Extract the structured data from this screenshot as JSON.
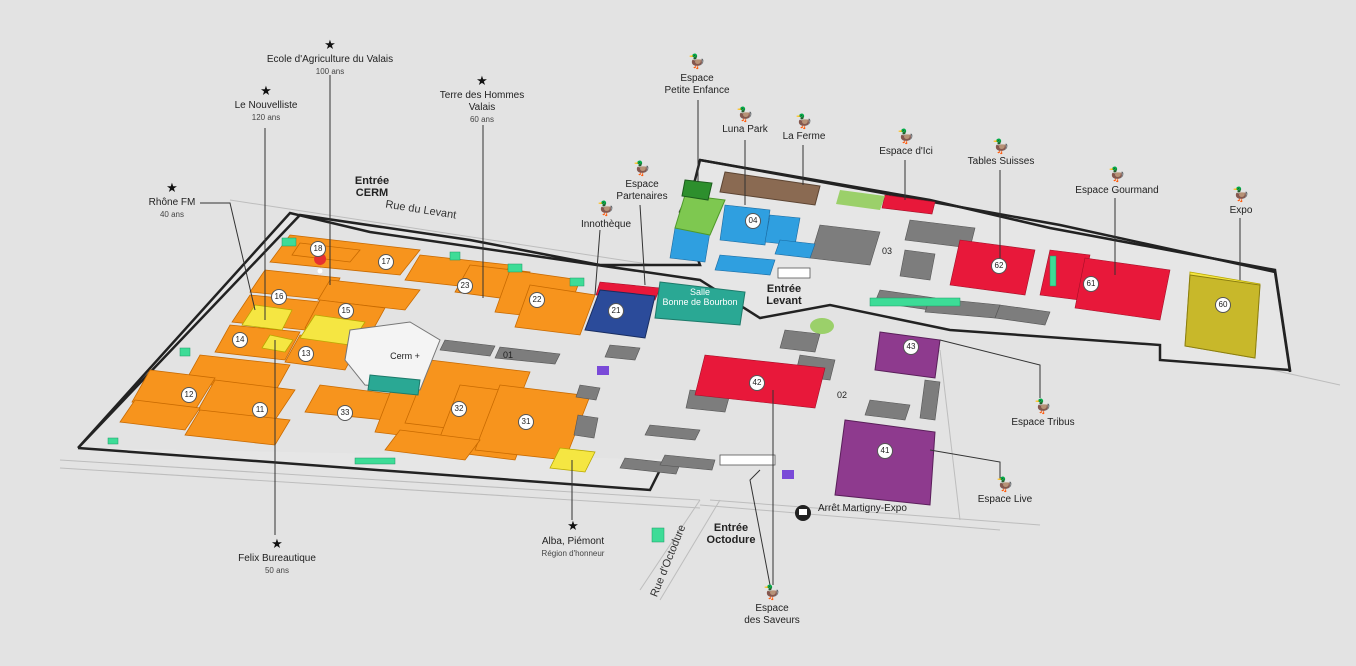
{
  "streets": {
    "levant": "Rue du Levant",
    "octodure": "Rue d'Octodure"
  },
  "entrances": {
    "cerm": "Entrée\nCERM",
    "levant": "Entrée\nLevant",
    "octodure": "Entrée\nOctodure"
  },
  "stops": {
    "martigny_expo": "Arrêt Martigny-Expo"
  },
  "stars": [
    {
      "id": "agri",
      "name": "Ecole d'Agriculture du Valais",
      "sub": "100 ans"
    },
    {
      "id": "nouvelliste",
      "name": "Le Nouvelliste",
      "sub": "120 ans"
    },
    {
      "id": "tdh",
      "name": "Terre des Hommes\nValais",
      "sub": "60 ans"
    },
    {
      "id": "rhone",
      "name": "Rhône FM",
      "sub": "40 ans"
    },
    {
      "id": "felix",
      "name": "Felix Bureautique",
      "sub": "50 ans"
    },
    {
      "id": "alba",
      "name": "Alba, Piémont",
      "sub": "Région d'honneur"
    }
  ],
  "zones": {
    "petite_enfance": "Espace\nPetite Enfance",
    "luna_park": "Luna Park",
    "ferme": "La Ferme",
    "espace_ici": "Espace d'Ici",
    "tables_suisses": "Tables Suisses",
    "gourmand": "Espace Gourmand",
    "expo": "Expo",
    "partenaires": "Espace\nPartenaires",
    "innotheque": "Innothèque",
    "tribus": "Espace Tribus",
    "live": "Espace Live",
    "saveurs": "Espace\ndes Saveurs"
  },
  "buildings": {
    "salle": "Salle\nBonne de Bourbon",
    "cerm": "Cerm +"
  },
  "hall_numbers": [
    "18",
    "17",
    "16",
    "15",
    "14",
    "13",
    "12",
    "11",
    "23",
    "22",
    "21",
    "33",
    "32",
    "31",
    "01",
    "04",
    "03",
    "62",
    "61",
    "60",
    "42",
    "43",
    "41",
    "02"
  ],
  "colors": {
    "orange": "#f7941d",
    "yellow": "#f5e642",
    "red": "#e8183a",
    "blue": "#2f9fe0",
    "navy": "#2b4b9a",
    "teal": "#2aa894",
    "purple": "#8e3a8e",
    "olive": "#c8b82a",
    "brown": "#8a6a52",
    "green": "#7ec850"
  }
}
